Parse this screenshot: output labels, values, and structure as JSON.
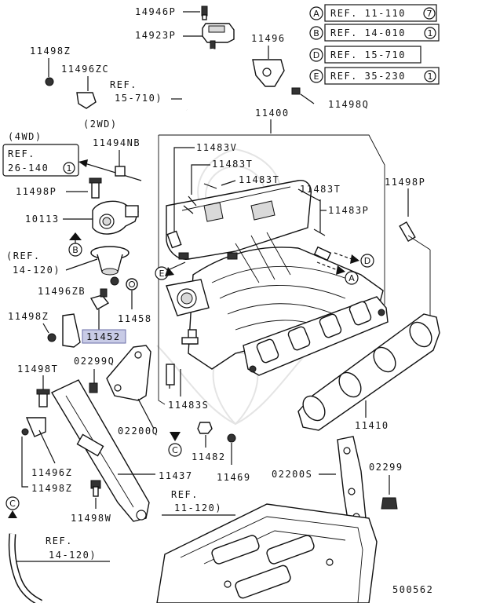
{
  "refs": {
    "A": "REF. 11-110",
    "A_num": "7",
    "B": "REF. 14-010",
    "B_num": "1",
    "D": "REF. 15-710",
    "E": "REF. 35-230",
    "E_num": "1",
    "fourwd_label": "(4WD)",
    "fourwd_ref_1": "REF.",
    "fourwd_ref_2": "26-140",
    "fourwd_num": "1",
    "twowd_label": "(2WD)",
    "ref_15710_1": "REF.",
    "ref_15710_2": "15-710)",
    "ref_14120a_1": "(REF.",
    "ref_14120a_2": "14-120)",
    "ref_11120_1": "REF.",
    "ref_11120_2": "11-120)",
    "ref_14120b_1": "REF.",
    "ref_14120b_2": "14-120)"
  },
  "circle_letters": {
    "A": "A",
    "B": "B",
    "C": "C",
    "D": "D",
    "E": "E"
  },
  "parts": {
    "p14946P": "14946P",
    "p14923P": "14923P",
    "p11496": "11496",
    "p11498Z_top": "11498Z",
    "p11496ZC": "11496ZC",
    "p11498Q": "11498Q",
    "p11400": "11400",
    "p11494NB": "11494NB",
    "p11483V": "11483V",
    "p11483T_a": "11483T",
    "p11483T_b": "11483T",
    "p11483T_c": "11483T",
    "p11498P_left": "11498P",
    "p11498P_right": "11498P",
    "p10113": "10113",
    "p11483P": "11483P",
    "p11496ZB": "11496ZB",
    "p11498Z_mid": "11498Z",
    "p11458": "11458",
    "p11452": "11452",
    "p11498T": "11498T",
    "p02299Q": "02299Q",
    "p11483S": "11483S",
    "p02200Q": "02200Q",
    "p11410": "11410",
    "p11496Z": "11496Z",
    "p11437": "11437",
    "p11482": "11482",
    "p11469": "11469",
    "p02200S": "02200S",
    "p02299": "02299",
    "p11498Z_bot": "11498Z",
    "p11498W": "11498W"
  },
  "diagram_id": "500562"
}
